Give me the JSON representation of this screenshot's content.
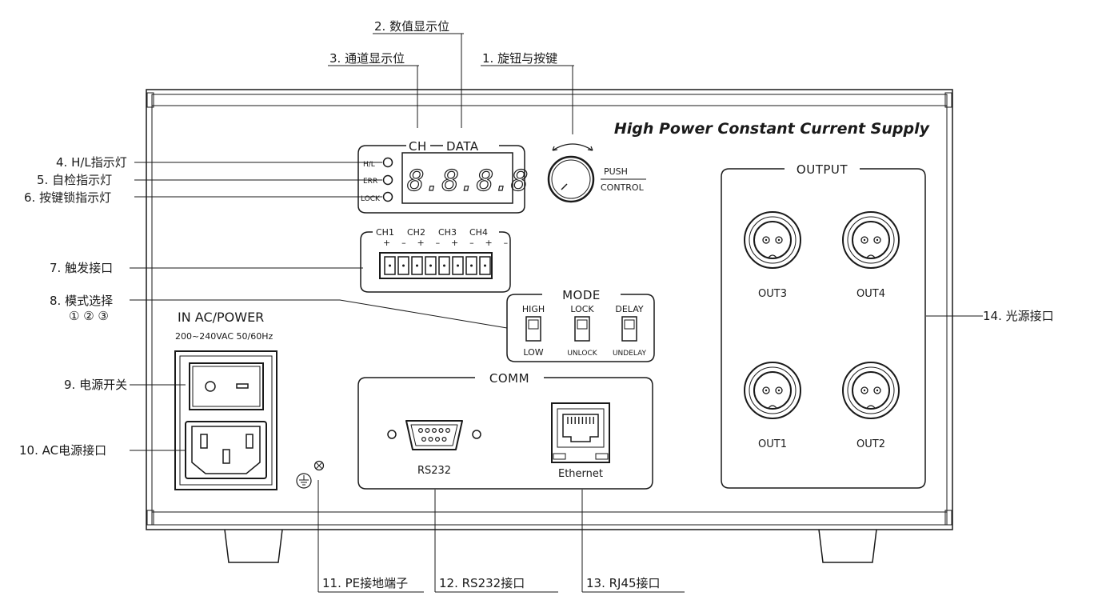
{
  "device": {
    "title": "High Power Constant Current Supply",
    "ch_label": "CH",
    "data_label": "DATA",
    "indicator_labels": [
      "H/L",
      "ERR",
      "LOCK"
    ],
    "display_digits": "8.8.8.8",
    "push_label": "PUSH",
    "control_label": "CONTROL",
    "trigger_channels": [
      "CH1",
      "CH2",
      "CH3",
      "CH4"
    ],
    "trigger_polarity": "+ – + – + – + –",
    "mode_title": "MODE",
    "mode_switches": [
      {
        "top": "HIGH",
        "bottom": "LOW"
      },
      {
        "top": "LOCK",
        "bottom": "UNLOCK"
      },
      {
        "top": "DELAY",
        "bottom": "UNDELAY"
      }
    ],
    "power_title": "IN AC/POWER",
    "power_spec": "200~240VAC 50/60Hz",
    "comm_title": "COMM",
    "rs232_label": "RS232",
    "ethernet_label": "Ethernet",
    "output_title": "OUTPUT",
    "outputs": [
      "OUT3",
      "OUT4",
      "OUT1",
      "OUT2"
    ]
  },
  "callouts": {
    "c1": "1. 旋钮与按键",
    "c2": "2. 数值显示位",
    "c3": "3. 通道显示位",
    "c4": "4. H/L指示灯",
    "c5": "5. 自检指示灯",
    "c6": "6. 按键锁指示灯",
    "c7": "7. 触发接口",
    "c8": "8. 模式选择",
    "c8_sub": "① ② ③",
    "c9": "9. 电源开关",
    "c10": "10. AC电源接口",
    "c11": "11. PE接地端子",
    "c12": "12. RS232接口",
    "c13": "13. RJ45接口",
    "c14": "14. 光源接口"
  }
}
